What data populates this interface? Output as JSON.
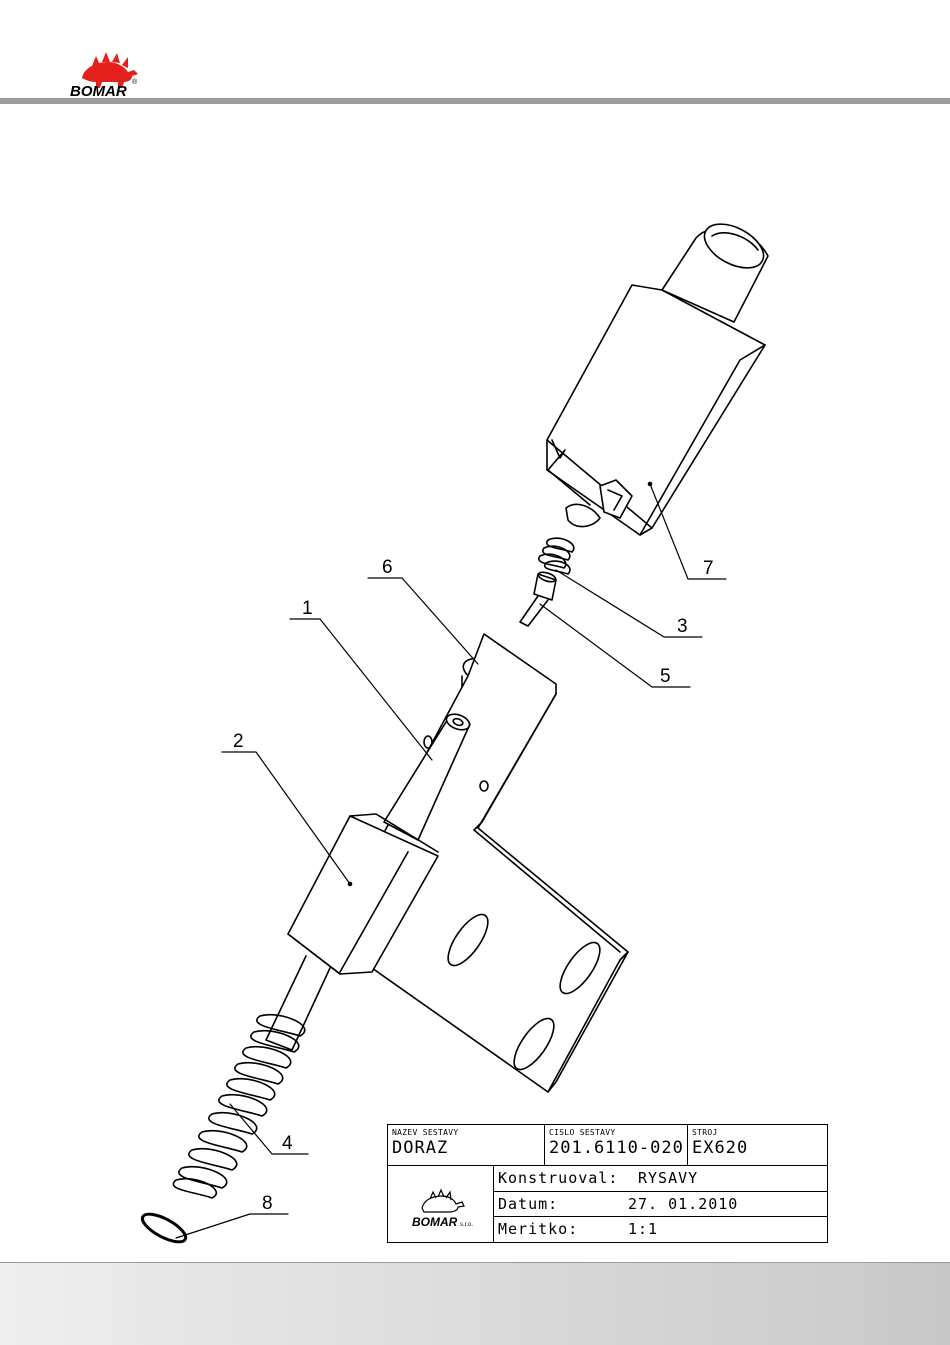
{
  "header": {
    "logo_text": "BOMAR",
    "logo_mark": "®"
  },
  "drawing": {
    "callouts": [
      "1",
      "2",
      "3",
      "4",
      "5",
      "6",
      "7",
      "8"
    ]
  },
  "title_block": {
    "assembly_name_label": "NAZEV SESTAVY",
    "assembly_name": "DORAZ",
    "assembly_number_label": "CISLO SESTAVY",
    "assembly_number": "201.6110-020",
    "machine_label": "STROJ",
    "machine": "EX620",
    "designer_label": "Konstruoval:",
    "designer": "RYSAVY",
    "date_label": "Datum:",
    "date": "27. 01.2010",
    "scale_label": "Meritko:",
    "scale": "1:1",
    "logo_text": "BOMAR",
    "logo_suffix": "s.r.o."
  },
  "colors": {
    "logo_red": "#e3201b",
    "rule_gray": "#9c9c9c",
    "line": "#000000"
  }
}
